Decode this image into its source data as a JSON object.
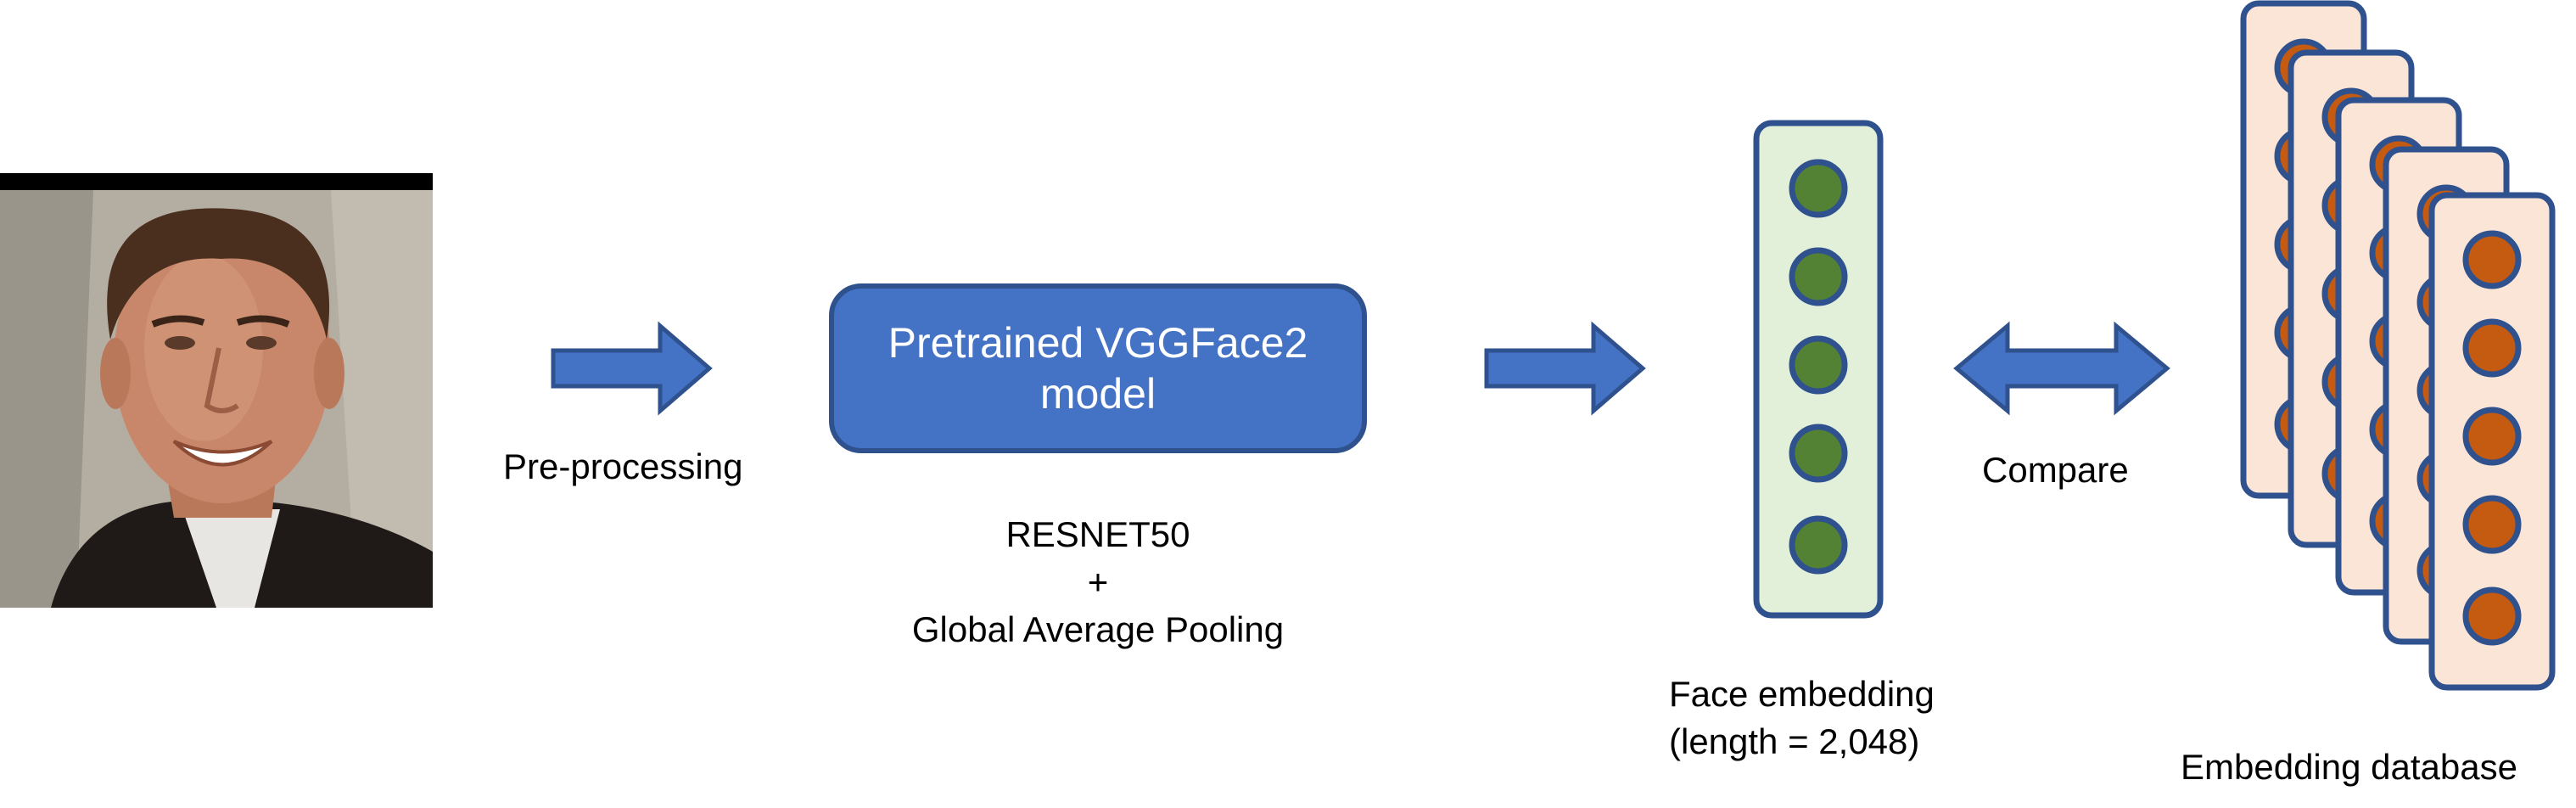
{
  "input": {
    "photo_icon": "face-portrait"
  },
  "steps": {
    "preprocessing_label": "Pre-processing",
    "model_line1": "Pretrained VGGFace2",
    "model_line2": "model",
    "arch_line1": "RESNET50",
    "arch_line2": "+",
    "arch_line3": "Global Average Pooling",
    "embedding_line1": "Face embedding",
    "embedding_line2": "(length = 2,048)",
    "compare_label": "Compare",
    "database_label": "Embedding database"
  },
  "colors": {
    "arrow_fill": "#4472c4",
    "arrow_stroke": "#2f528f",
    "model_fill": "#4472c4",
    "embedding_fill": "#e2f0d9",
    "embedding_dot": "#548235",
    "database_fill": "#fbe5d6",
    "database_dot": "#c55a11",
    "outline": "#2f528f"
  }
}
